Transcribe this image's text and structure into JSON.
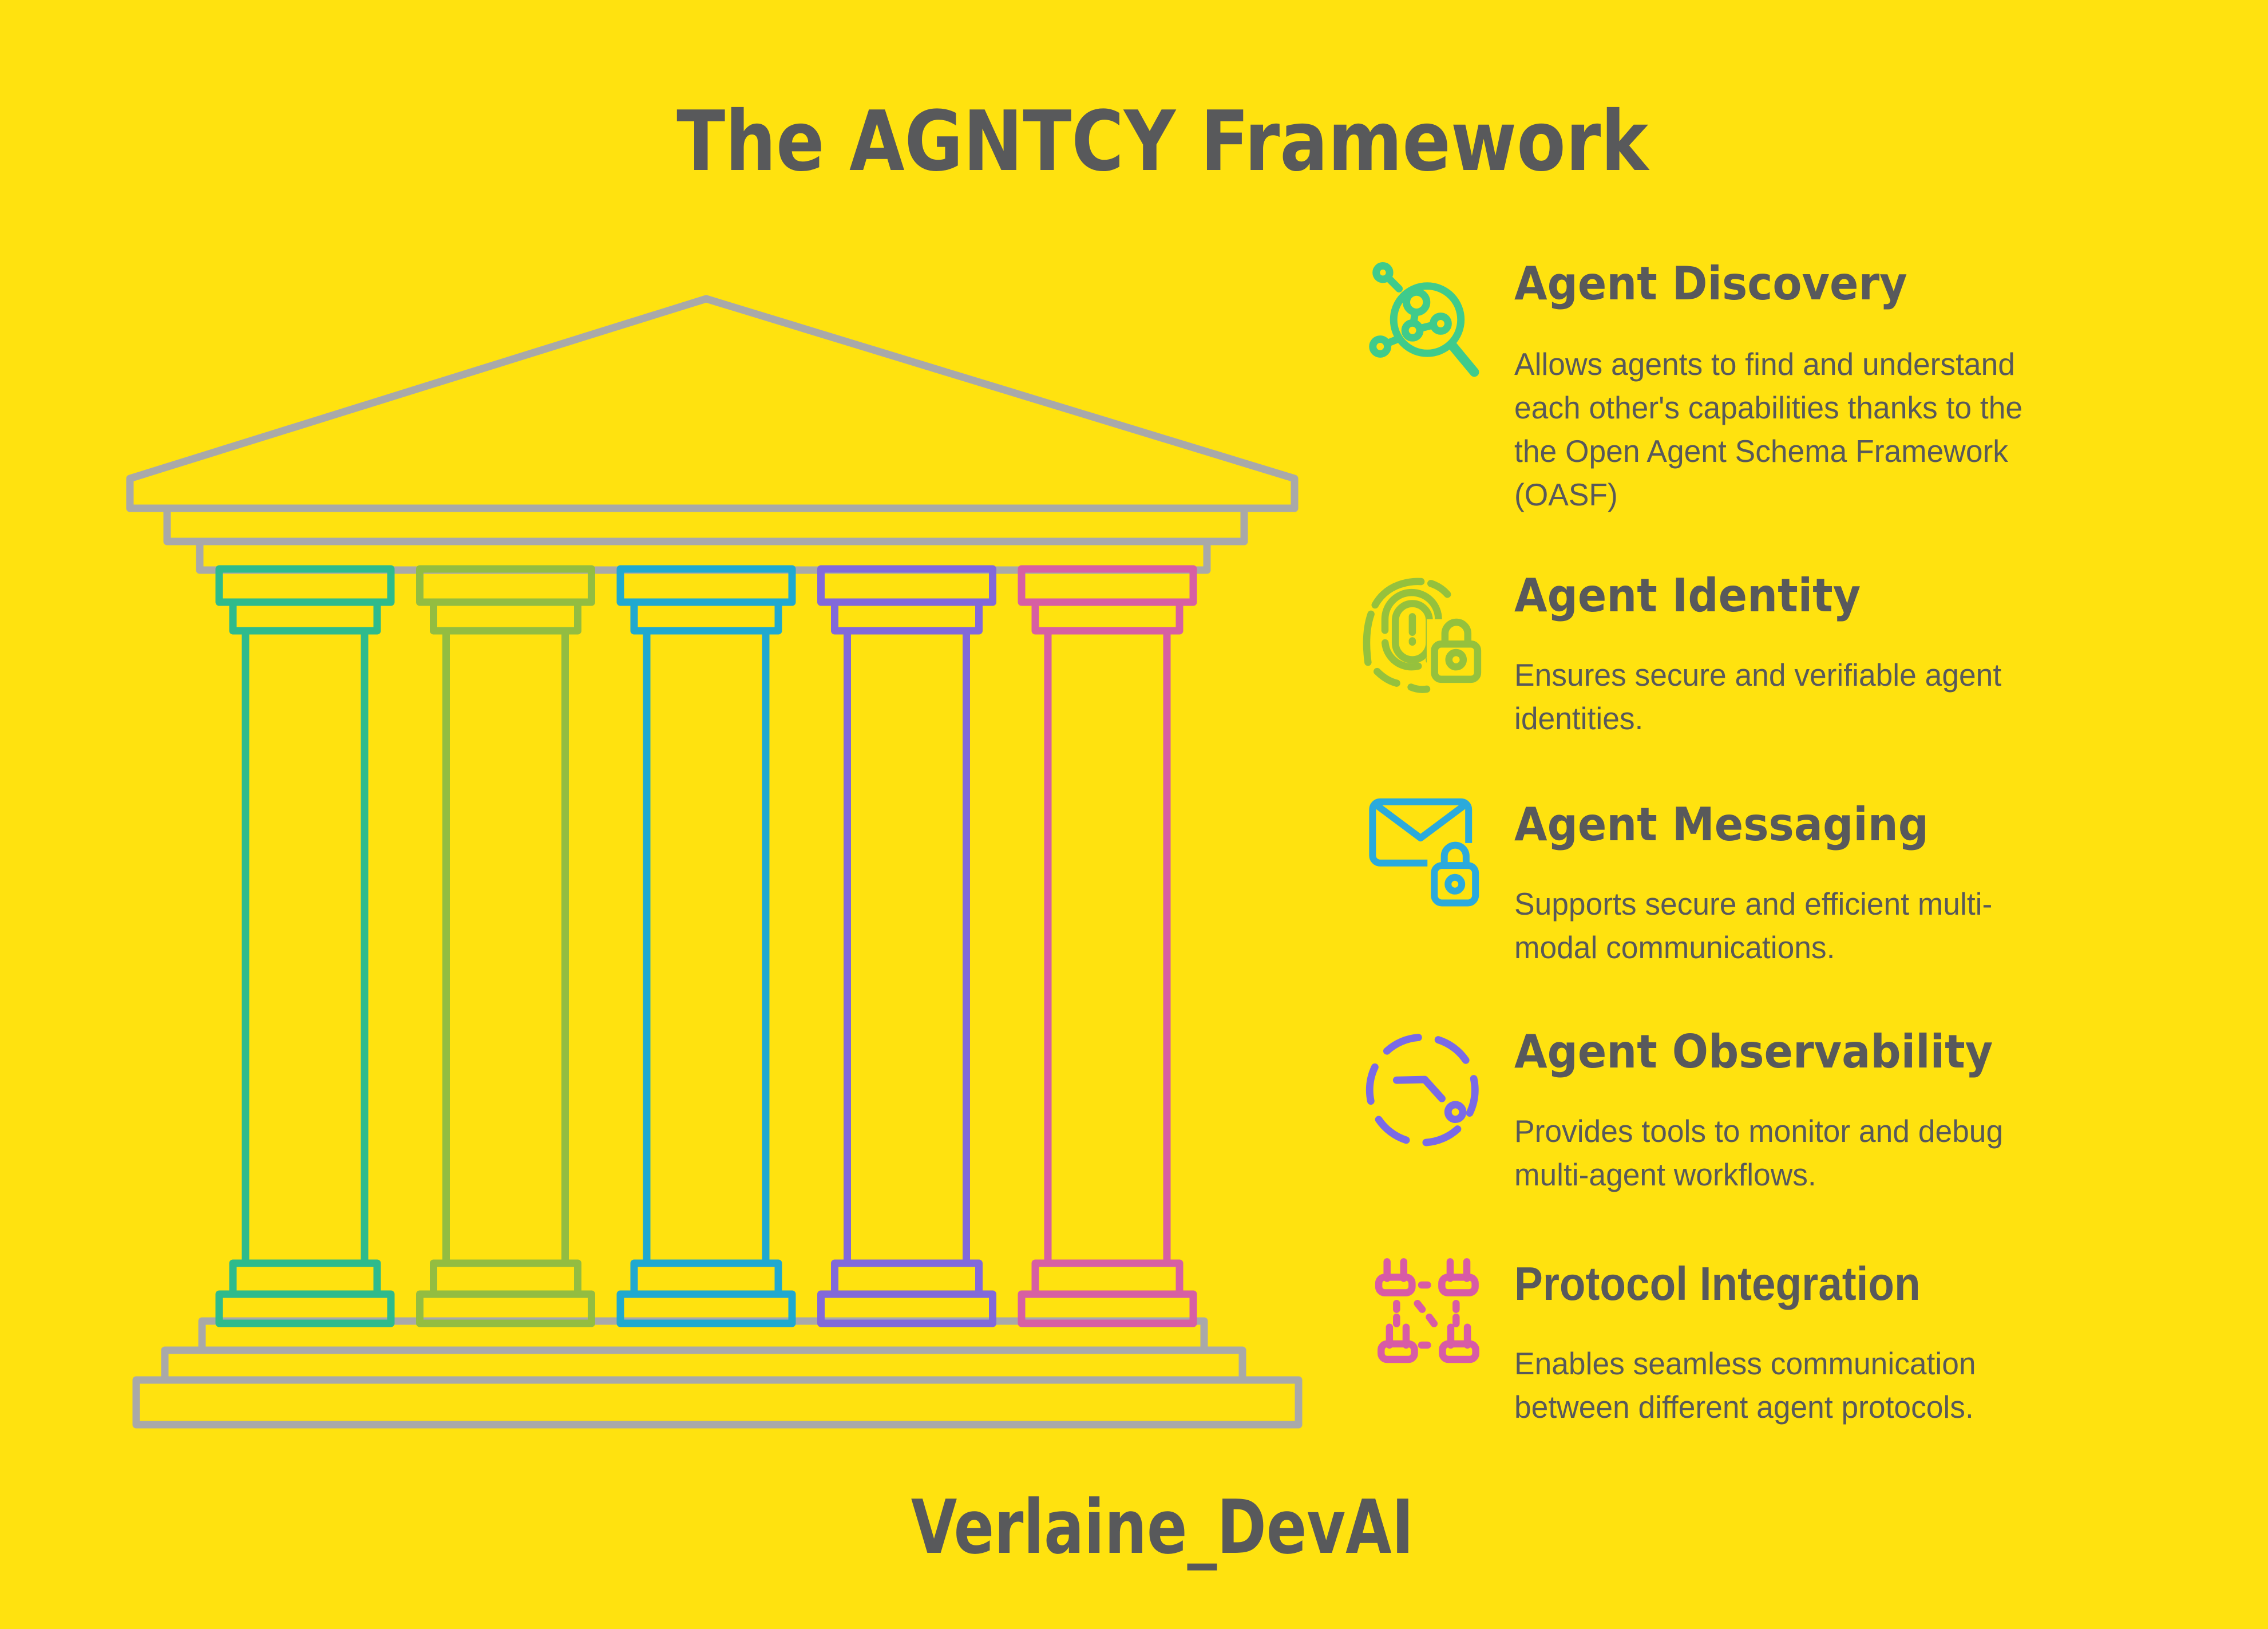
{
  "title": "The AGNTCY Framework",
  "footer": "Verlaine_DevAI",
  "colors": {
    "background": "#FFE20F",
    "text": "#58595B",
    "structure_gray": "#A9A9A9"
  },
  "temple": {
    "structure_color": "#A9A9A9",
    "pillar_colors": [
      "#2EBB8C",
      "#93BD41",
      "#20A9D0",
      "#8269DA",
      "#D75FA3"
    ]
  },
  "sections": [
    {
      "heading": "Agent Discovery",
      "body": "Allows agents to find and understand\neach other's capabilities thanks to the\nthe Open Agent Schema Framework\n(OASF)",
      "icon": "network-search-icon",
      "color": "#3FCB8C"
    },
    {
      "heading": "Agent Identity",
      "body": "Ensures secure and verifiable agent\nidentities.",
      "icon": "fingerprint-lock-icon",
      "color": "#95C13D"
    },
    {
      "heading": "Agent Messaging",
      "body": "Supports secure and efficient multi-\nmodal communications.",
      "icon": "envelope-lock-icon",
      "color": "#2BAADC"
    },
    {
      "heading": "Agent Observability",
      "body": "Provides tools to monitor and debug\nmulti-agent workflows.",
      "icon": "clock-dashed-icon",
      "color": "#7A6AE6"
    },
    {
      "heading": "Protocol Integration",
      "body": "Enables seamless communication\nbetween different agent protocols.",
      "icon": "plugs-network-icon",
      "color": "#D85BA6"
    }
  ]
}
